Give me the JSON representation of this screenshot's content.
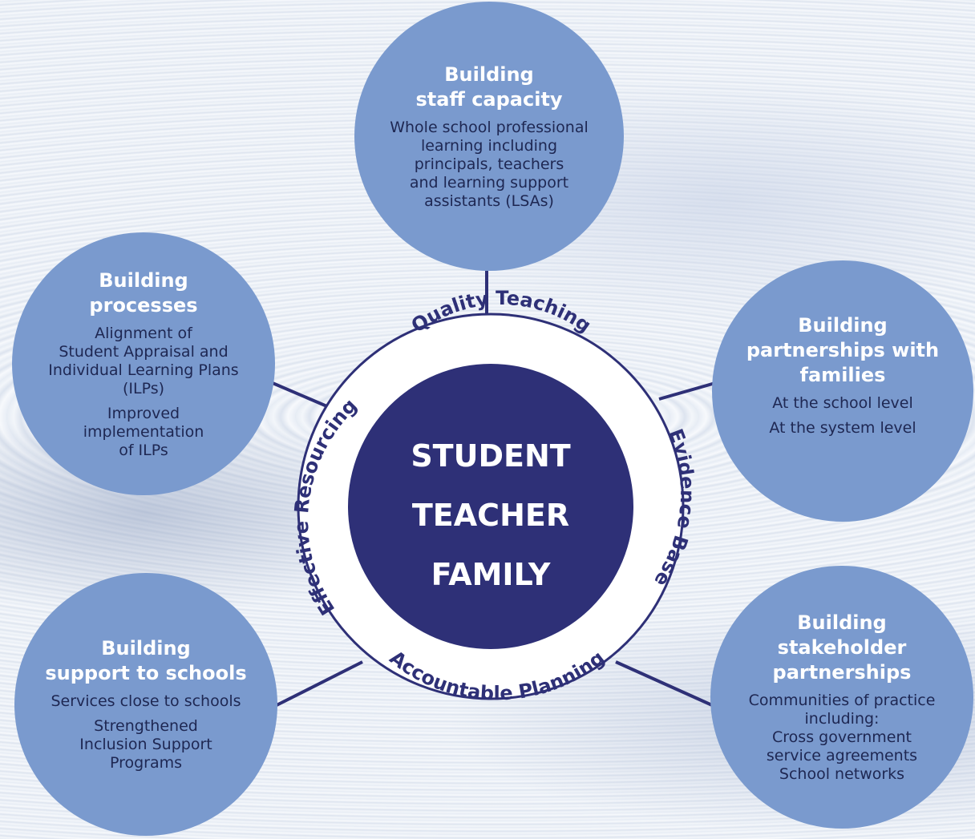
{
  "hub": {
    "core_lines": [
      "STUDENT",
      "TEACHER",
      "FAMILY"
    ],
    "ring_labels": {
      "top": "Quality Teaching",
      "right": "Evidence Base",
      "bottom": "Accountable Planning",
      "left": "Effective Resourcing"
    }
  },
  "bubbles": {
    "staff": {
      "title1": "Building",
      "title2": "staff capacity",
      "lines": [
        "Whole school professional",
        "learning including",
        "principals, teachers",
        "and learning support",
        "assistants (LSAs)"
      ]
    },
    "processes": {
      "title1": "Building",
      "title2": "processes",
      "lines": [
        "Alignment of",
        "Student Appraisal and",
        "Individual Learning Plans",
        "(ILPs)"
      ],
      "lines2": [
        "Improved",
        "implementation",
        "of ILPs"
      ]
    },
    "families": {
      "title1": "Building",
      "title2": "partnerships with",
      "title3": "families",
      "line1": "At the school level",
      "line2": "At the system level"
    },
    "support": {
      "title1": "Building",
      "title2": "support to schools",
      "line1": "Services close to schools",
      "lines2": [
        "Strengthened",
        "Inclusion Support",
        "Programs"
      ]
    },
    "stakeholder": {
      "title1": "Building",
      "title2": "stakeholder",
      "title3": "partnerships",
      "lines": [
        "Communities of practice",
        "including:",
        "Cross government",
        "service agreements",
        "School networks"
      ]
    }
  },
  "colors": {
    "bubble": "#7a9ace",
    "hub_core": "#2e3077",
    "ring_border": "#2e3077",
    "connector": "#2e3077"
  }
}
